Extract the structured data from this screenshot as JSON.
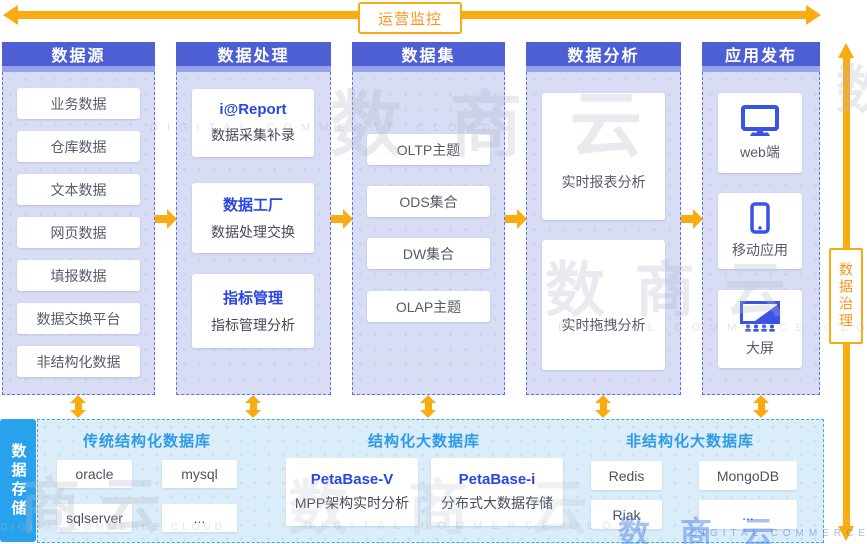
{
  "banner": {
    "label": "运营监控"
  },
  "governance": {
    "label": "数据治理"
  },
  "columns": [
    {
      "header": "数据源",
      "items": [
        "业务数据",
        "仓库数据",
        "文本数据",
        "网页数据",
        "填报数据",
        "数据交换平台",
        "非结构化数据"
      ]
    },
    {
      "header": "数据处理",
      "cards": [
        {
          "title": "i@Report",
          "subtitle": "数据采集补录"
        },
        {
          "title": "数据工厂",
          "subtitle": "数据处理交换"
        },
        {
          "title": "指标管理",
          "subtitle": "指标管理分析"
        }
      ]
    },
    {
      "header": "数据集",
      "items": [
        "OLTP主题",
        "ODS集合",
        "DW集合",
        "OLAP主题"
      ]
    },
    {
      "header": "数据分析",
      "panels": [
        "实时报表分析",
        "实时拖拽分析"
      ]
    },
    {
      "header": "应用发布",
      "apps": [
        {
          "icon": "monitor-icon",
          "label": "web端"
        },
        {
          "icon": "smartphone-icon",
          "label": "移动应用"
        },
        {
          "icon": "large-screen-icon",
          "label": "大屏"
        }
      ]
    }
  ],
  "storage": {
    "label": "数据存储",
    "groups": [
      {
        "title": "传统结构化数据库",
        "items": [
          "oracle",
          "mysql",
          "sqlserver",
          "..."
        ]
      },
      {
        "title": "结构化大数据库",
        "cards": [
          {
            "title": "PetaBase-V",
            "subtitle": "MPP架构实时分析"
          },
          {
            "title": "PetaBase-i",
            "subtitle": "分布式大数据存储"
          }
        ]
      },
      {
        "title": "非结构化大数据库",
        "items": [
          "Redis",
          "MongoDB",
          "Riak",
          "..."
        ]
      }
    ]
  },
  "watermark": {
    "brand": "数商云",
    "tagline": "DIGITAL COMMERCE CLOUD"
  },
  "colors": {
    "header_blue": "#4e5fd4",
    "body_lavender": "#d8dcf4",
    "accent_blue": "#2b46df",
    "arrow_orange": "#faab12",
    "storage_label_blue": "#29a2ee",
    "storage_title_blue": "#2d9be9",
    "icon_blue": "#3b53e4"
  }
}
